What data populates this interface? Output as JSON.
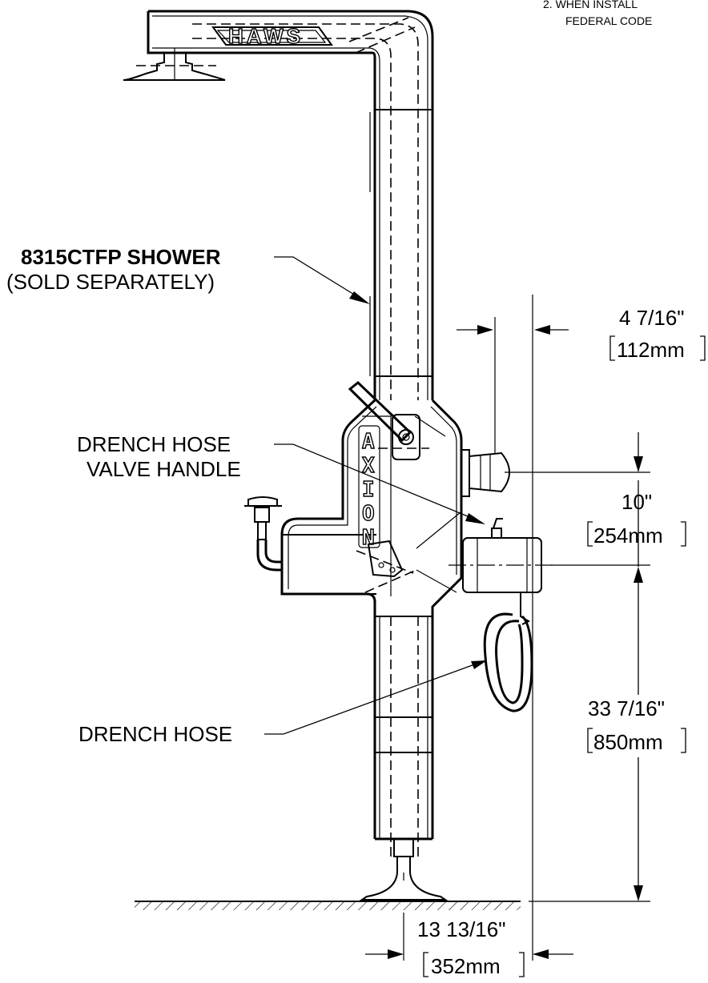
{
  "notes": {
    "note_2_line_1": "2.   WHEN INSTALL",
    "note_2_line_2": "FEDERAL CODE"
  },
  "brand": {
    "top_logo": "HAWS",
    "vertical_letters": [
      "A",
      "X",
      "I",
      "O",
      "N"
    ]
  },
  "callouts": {
    "shower_model": "8315CTFP SHOWER",
    "shower_note": "(SOLD SEPARATELY)",
    "valve_handle_line_1": "DRENCH HOSE",
    "valve_handle_line_2": "VALVE HANDLE",
    "drench_hose": "DRENCH HOSE"
  },
  "dimensions": {
    "offset_top_imperial": "4 7/16\"",
    "offset_top_metric": "112mm",
    "height_gap_imperial": "10\"",
    "height_gap_metric": "254mm",
    "height_main_imperial": "33 7/16\"",
    "height_main_metric": "850mm",
    "base_offset_imperial": "13 13/16\"",
    "base_offset_metric": "352mm"
  }
}
